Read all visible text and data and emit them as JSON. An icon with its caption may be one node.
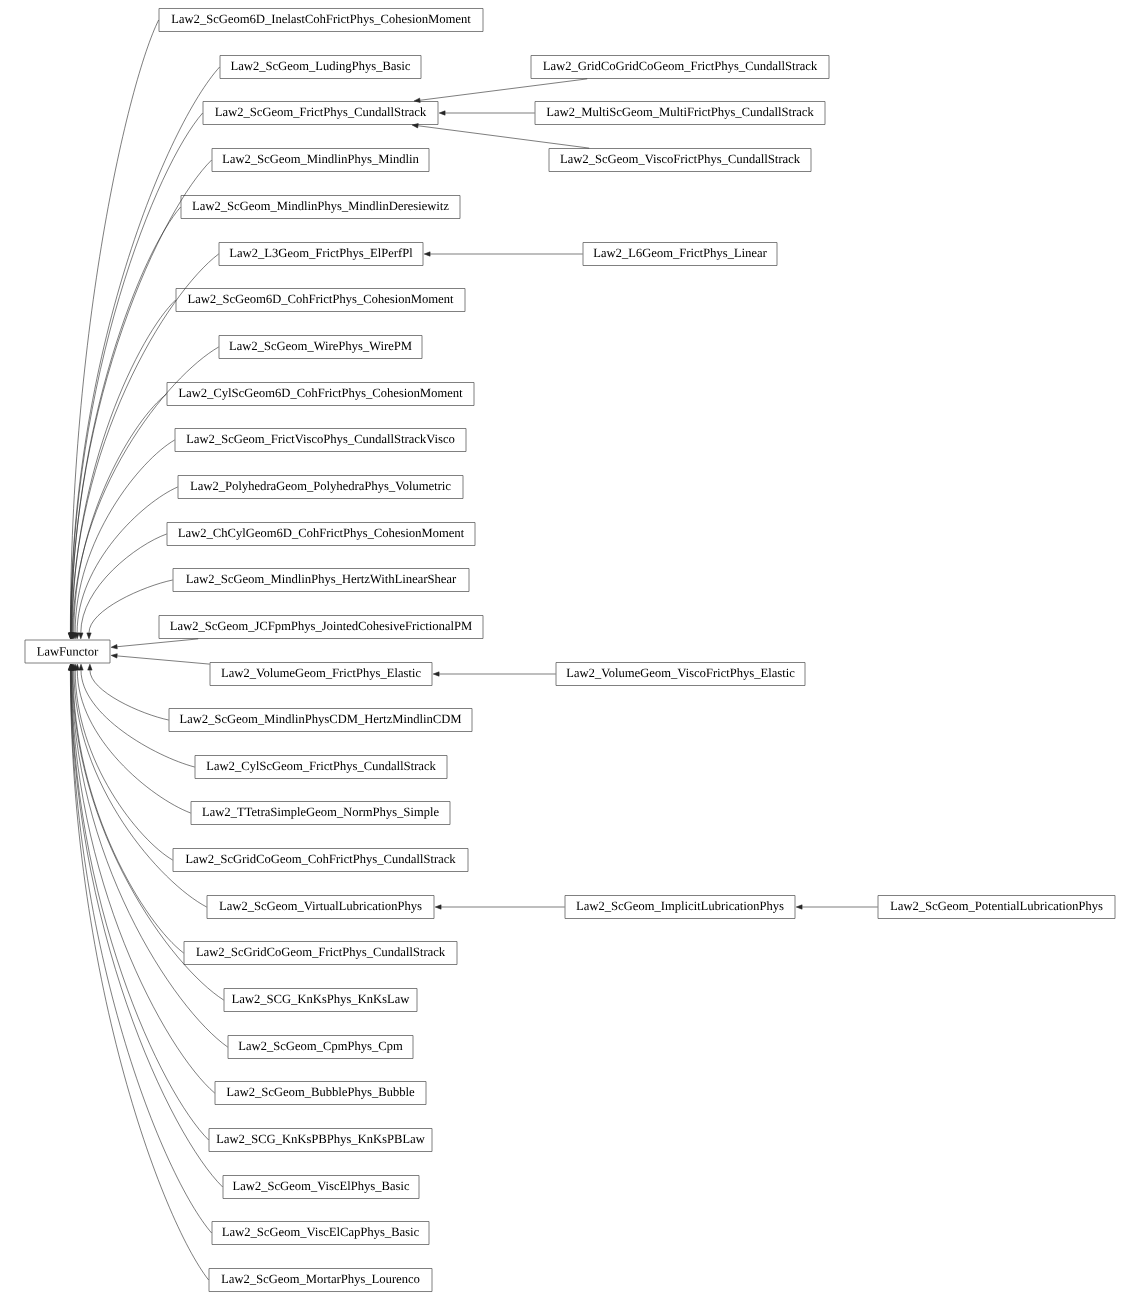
{
  "diagram": {
    "nodes": [
      {
        "text": [
          "Law2_ScGeom6D_InelastCohFrictPhys_CohesionMoment"
        ]
      },
      {
        "text": [
          "Law2_ScGeom_LudingPhys_Basic"
        ]
      },
      {
        "text": [
          "Law2_GridCoGridCoGeom_FrictPhys_CundallStrack"
        ]
      },
      {
        "text": [
          "Law2_ScGeom_FrictPhys_CundallStrack"
        ]
      },
      {
        "text": [
          "Law2_MultiScGeom_MultiFrictPhys_CundallStrack"
        ]
      },
      {
        "text": [
          "Law2_ScGeom_MindlinPhys_Mindlin"
        ]
      },
      {
        "text": [
          "Law2_ScGeom_ViscoFrictPhys_CundallStrack"
        ]
      },
      {
        "text": [
          "Law2_ScGeom_MindlinPhys_MindlinDeresiewitz"
        ]
      },
      {
        "text": [
          "Law2_L3Geom_FrictPhys_ElPerfPl"
        ]
      },
      {
        "text": [
          "Law2_L6Geom_FrictPhys_Linear"
        ]
      },
      {
        "text": [
          "Law2_ScGeom6D_CohFrictPhys_CohesionMoment"
        ]
      },
      {
        "text": [
          "Law2_ScGeom_WirePhys_WirePM"
        ]
      },
      {
        "text": [
          "Law2_CylScGeom6D_CohFrictPhys_CohesionMoment"
        ]
      },
      {
        "text": [
          "Law2_ScGeom_FrictViscoPhys_CundallStrackVisco"
        ]
      },
      {
        "text": [
          "Law2_PolyhedraGeom_PolyhedraPhys_Volumetric"
        ]
      },
      {
        "text": [
          "Law2_ChCylGeom6D_CohFrictPhys_CohesionMoment"
        ]
      },
      {
        "text": [
          "Law2_ScGeom_MindlinPhys_HertzWithLinearShear"
        ]
      },
      {
        "text": [
          "Law2_ScGeom_JCFpmPhys_JointedCohesiveFrictionalPM"
        ]
      },
      {
        "text": [
          "LawFunctor"
        ]
      },
      {
        "text": [
          "Law2_VolumeGeom_FrictPhys_Elastic"
        ]
      },
      {
        "text": [
          "Law2_VolumeGeom_ViscoFrictPhys_Elastic"
        ]
      },
      {
        "text": [
          "Law2_ScGeom_MindlinPhysCDM_HertzMindlinCDM"
        ]
      },
      {
        "text": [
          "Law2_CylScGeom_FrictPhys_CundallStrack"
        ]
      },
      {
        "text": [
          "Law2_TTetraSimpleGeom_NormPhys_Simple"
        ]
      },
      {
        "text": [
          "Law2_ScGridCoGeom_CohFrictPhys_CundallStrack"
        ]
      },
      {
        "text": [
          "Law2_ScGeom_VirtualLubricationPhys"
        ]
      },
      {
        "text": [
          "Law2_ScGeom_ImplicitLubricationPhys"
        ]
      },
      {
        "text": [
          "Law2_ScGeom_PotentialLubricationPhys"
        ]
      },
      {
        "text": [
          "Law2_ScGridCoGeom_FrictPhys_CundallStrack"
        ]
      },
      {
        "text": [
          "Law2_SCG_KnKsPhys_KnKsLaw"
        ]
      },
      {
        "text": [
          "Law2_ScGeom_CpmPhys_Cpm"
        ]
      },
      {
        "text": [
          "Law2_ScGeom_BubblePhys_Bubble"
        ]
      },
      {
        "text": [
          "Law2_SCG_KnKsPBPhys_KnKsPBLaw"
        ]
      },
      {
        "text": [
          "Law2_ScGeom_ViscElPhys_Basic"
        ]
      },
      {
        "text": [
          "Law2_ScGeom_ViscElCapPhys_Basic"
        ]
      },
      {
        "text": [
          "Law2_ScGeom_MortarPhys_Lourenco"
        ]
      }
    ],
    "edges": [
      {
        "from": 0,
        "to": 18,
        "arrow": "to"
      },
      {
        "from": 1,
        "to": 18,
        "arrow": "to"
      },
      {
        "from": 2,
        "to": 3,
        "arrow": "to"
      },
      {
        "from": 3,
        "to": 18,
        "arrow": "to"
      },
      {
        "from": 4,
        "to": 3,
        "arrow": "to"
      },
      {
        "from": 5,
        "to": 18,
        "arrow": "to"
      },
      {
        "from": 6,
        "to": 3,
        "arrow": "to"
      },
      {
        "from": 7,
        "to": 18,
        "arrow": "to"
      },
      {
        "from": 8,
        "to": 18,
        "arrow": "to"
      },
      {
        "from": 9,
        "to": 8,
        "arrow": "to"
      },
      {
        "from": 10,
        "to": 18,
        "arrow": "to"
      },
      {
        "from": 11,
        "to": 18,
        "arrow": "to"
      },
      {
        "from": 12,
        "to": 18,
        "arrow": "to"
      },
      {
        "from": 13,
        "to": 18,
        "arrow": "to"
      },
      {
        "from": 14,
        "to": 18,
        "arrow": "to"
      },
      {
        "from": 15,
        "to": 18,
        "arrow": "to"
      },
      {
        "from": 16,
        "to": 18,
        "arrow": "to"
      },
      {
        "from": 17,
        "to": 18,
        "arrow": "to"
      },
      {
        "from": 19,
        "to": 18,
        "arrow": "to"
      },
      {
        "from": 20,
        "to": 19,
        "arrow": "to"
      },
      {
        "from": 21,
        "to": 18,
        "arrow": "to"
      },
      {
        "from": 22,
        "to": 18,
        "arrow": "to"
      },
      {
        "from": 23,
        "to": 18,
        "arrow": "to"
      },
      {
        "from": 24,
        "to": 18,
        "arrow": "to"
      },
      {
        "from": 25,
        "to": 18,
        "arrow": "to"
      },
      {
        "from": 26,
        "to": 25,
        "arrow": "to"
      },
      {
        "from": 27,
        "to": 26,
        "arrow": "to"
      },
      {
        "from": 28,
        "to": 18,
        "arrow": "to"
      },
      {
        "from": 29,
        "to": 18,
        "arrow": "to"
      },
      {
        "from": 30,
        "to": 18,
        "arrow": "to"
      },
      {
        "from": 31,
        "to": 18,
        "arrow": "to"
      },
      {
        "from": 32,
        "to": 18,
        "arrow": "to"
      },
      {
        "from": 33,
        "to": 18,
        "arrow": "to"
      },
      {
        "from": 34,
        "to": 18,
        "arrow": "to"
      },
      {
        "from": 35,
        "to": 18,
        "arrow": "to"
      }
    ]
  }
}
